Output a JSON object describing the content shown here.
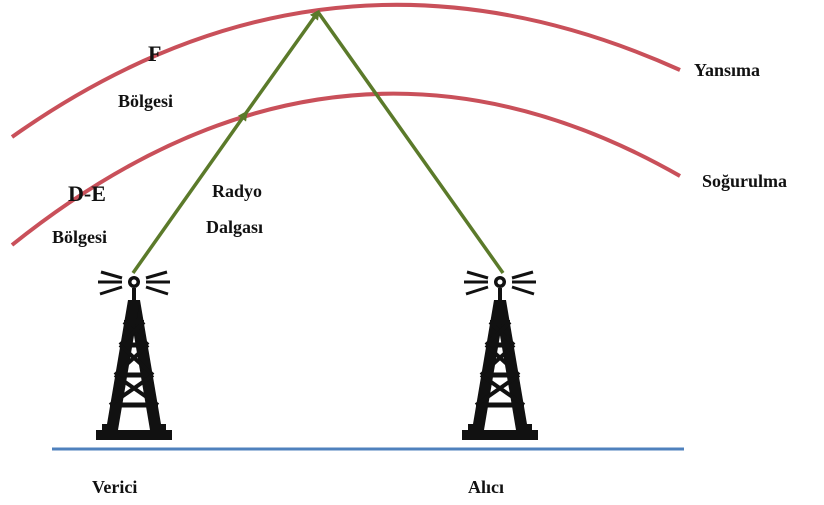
{
  "labels": {
    "f_letter": "F",
    "f_region": "Bölgesi",
    "de_letter": "D-E",
    "de_region": "Bölgesi",
    "radio_line1": "Radyo",
    "radio_line2": "Dalgası",
    "reflection": "Yansıma",
    "absorption": "Soğurulma",
    "transmitter": "Verici",
    "receiver": "Alıcı"
  },
  "colors": {
    "layer_arc": "#c9505a",
    "wave": "#5b7a2a",
    "ground": "#4f81bd",
    "tower": "#111111"
  },
  "icons": {
    "transmitter": "radio-tower-icon",
    "receiver": "radio-tower-icon"
  }
}
